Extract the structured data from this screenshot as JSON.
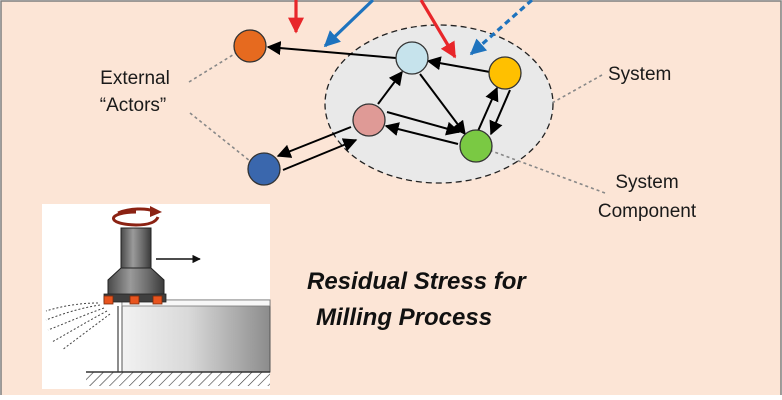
{
  "labels": {
    "external_line1": "External",
    "external_line2": "“Actors”",
    "system": "System",
    "component_line1": "System",
    "component_line2": "Component",
    "caption_line1": "Residual Stress for",
    "caption_line2": "Milling Process"
  },
  "colors": {
    "background": "#fce5d6",
    "border": "#7f7f7f",
    "system_ellipse": "#e9e9e9",
    "arrow_red": "#e8262a",
    "arrow_blue": "#1e73be",
    "node_orange": "#e66a1f",
    "node_lightblue": "#c6e3ec",
    "node_yellow": "#ffc000",
    "node_pink": "#df9a96",
    "node_green": "#7ac943",
    "node_darkblue": "#3a67ad",
    "spindle_arrow": "#8b2213",
    "insert": "#e9541e"
  },
  "icons": [
    "milling-tool-icon",
    "rotation-arrow-icon",
    "feed-arrow-icon",
    "ground-hatch-icon"
  ]
}
